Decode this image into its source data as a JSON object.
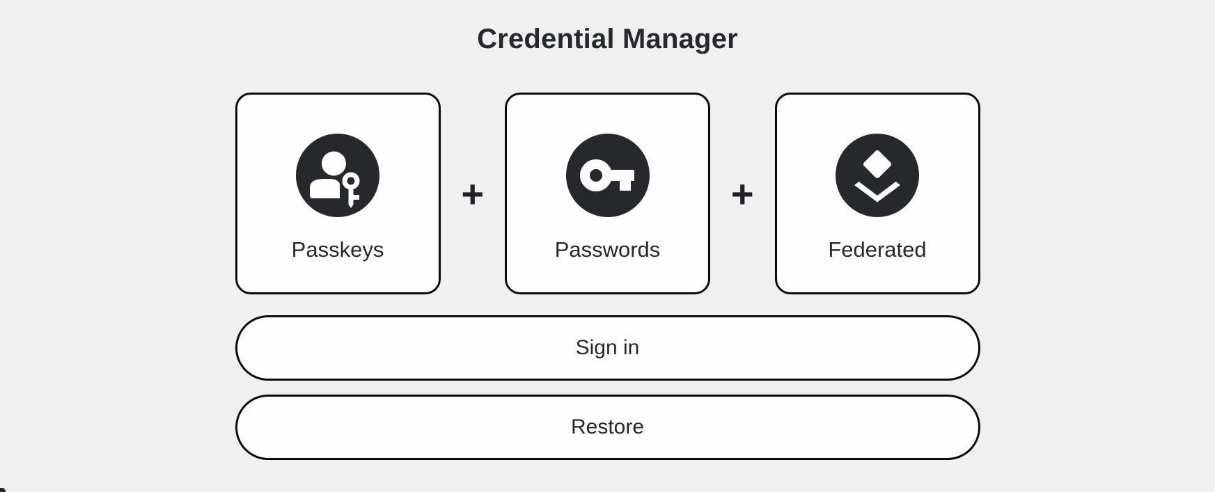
{
  "title": "Credential Manager",
  "cards": [
    {
      "label": "Passkeys",
      "icon": "passkey-icon"
    },
    {
      "label": "Passwords",
      "icon": "key-icon"
    },
    {
      "label": "Federated",
      "icon": "layers-icon"
    }
  ],
  "plus_separator": "+",
  "actions": {
    "sign_in": "Sign in",
    "restore": "Restore"
  },
  "colors": {
    "background": "#f0f0f0",
    "card_background": "#fefefe",
    "border": "#0b0b0b",
    "icon_circle": "#26282b",
    "text": "#26282b",
    "plus": "#202124"
  }
}
